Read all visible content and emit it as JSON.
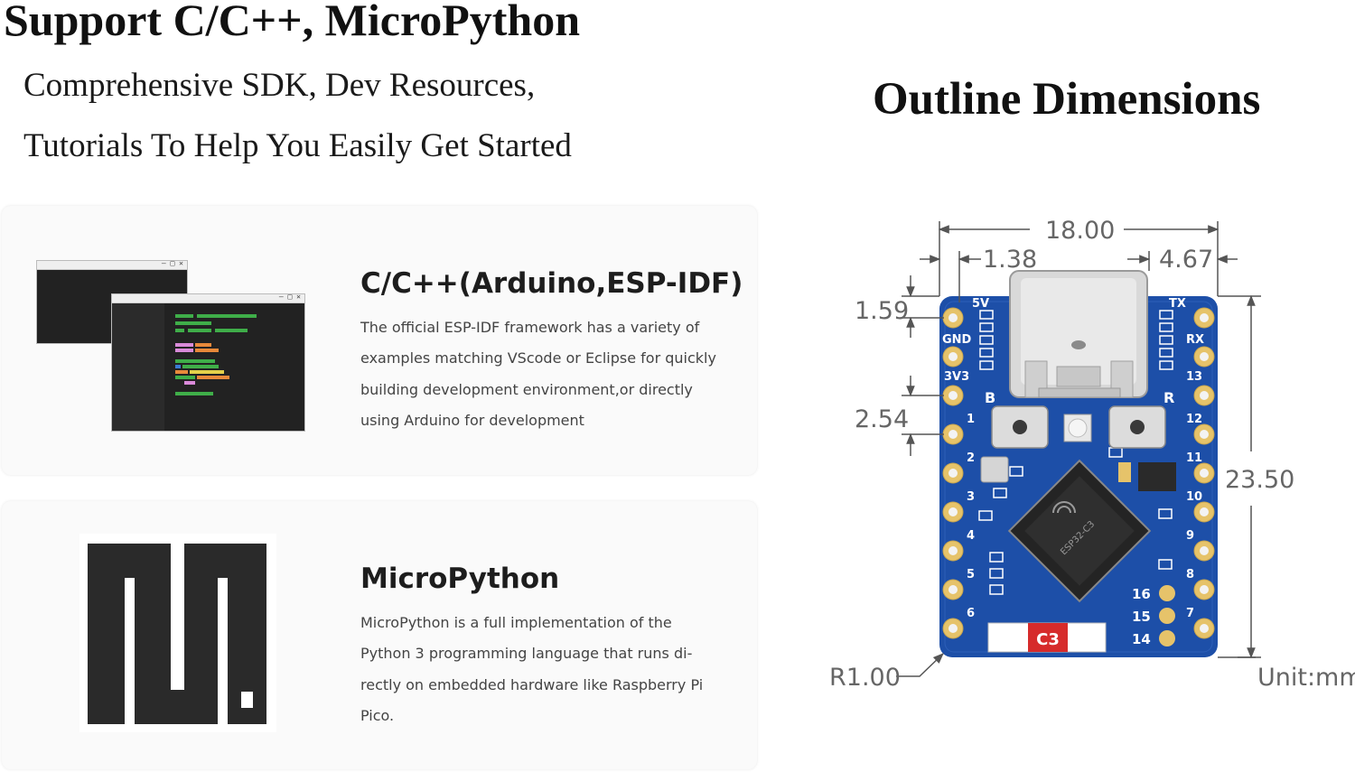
{
  "header": {
    "headline": "Support C/C++, MicroPython",
    "sub_line_1": "Comprehensive SDK, Dev Resources,",
    "sub_line_2": "Tutorials To Help You Easily Get Started"
  },
  "cards": [
    {
      "title": "C/C++(Arduino,ESP-IDF)",
      "description": "The official ESP-IDF framework has a variety of examples matching VScode or Eclipse for quickly building development environment,or directly using Arduino for development",
      "icon": "code-editor-windows-icon"
    },
    {
      "title": "MicroPython",
      "description": "MicroPython is a full implementation of the Python 3 programming language that runs di-rectly on embedded hardware like Raspberry Pi Pico.",
      "icon": "micropython-logo-icon"
    }
  ],
  "outline": {
    "title": "Outline Dimensions",
    "dimensions": {
      "width": "18.00",
      "left_offset": "1.38",
      "right_offset": "4.67",
      "top_offset": "1.59",
      "pin_pitch": "2.54",
      "height": "23.50",
      "corner_radius": "R1.00"
    },
    "unit": "Unit:mm",
    "board": {
      "chip_marking": "ESP32-C3",
      "logo_label": "C3",
      "left_pins": [
        "5V",
        "GND",
        "3V3",
        "1",
        "2",
        "3",
        "4",
        "5",
        "6"
      ],
      "right_pins": [
        "TX",
        "RX",
        "13",
        "12",
        "11",
        "10",
        "9",
        "8",
        "7"
      ],
      "bottom_pads": [
        "16",
        "15",
        "14"
      ],
      "button_labels": [
        "B",
        "R"
      ]
    },
    "colors": {
      "pcb": "#1d4fa8",
      "gold": "#e6c36a",
      "silver": "#d9d9d9",
      "dimension_line": "#555555"
    }
  }
}
